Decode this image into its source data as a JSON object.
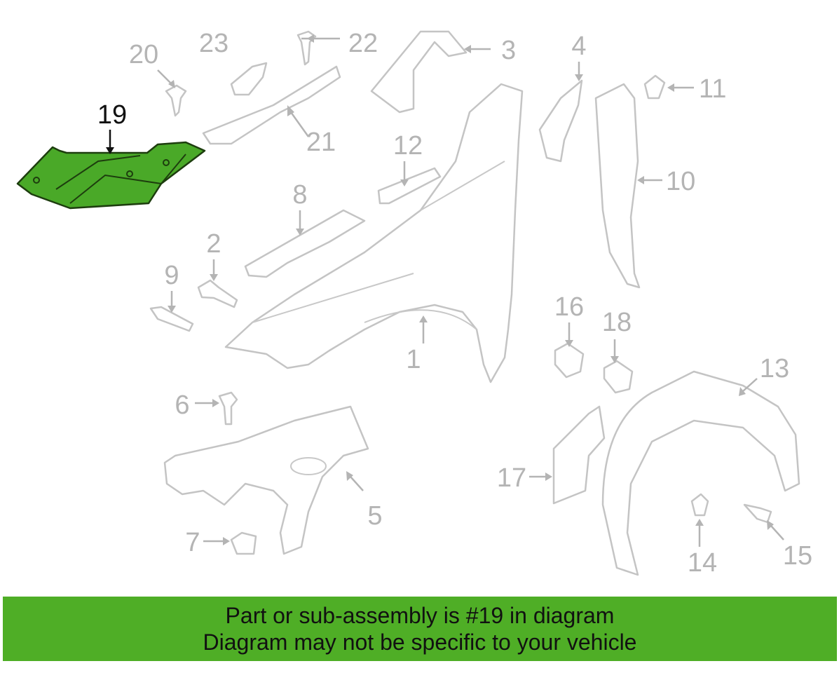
{
  "diagram": {
    "highlighted_part": "19",
    "callouts": [
      "1",
      "2",
      "3",
      "4",
      "5",
      "6",
      "7",
      "8",
      "9",
      "10",
      "11",
      "12",
      "13",
      "14",
      "15",
      "16",
      "17",
      "18",
      "19",
      "20",
      "21",
      "22",
      "23"
    ]
  },
  "banner": {
    "line1": "Part or sub-assembly is #19 in diagram",
    "line2": "Diagram may not be specific to your vehicle"
  },
  "colors": {
    "highlight": "#4aa928",
    "banner": "#4fae26",
    "outline": "#c4c4c4"
  }
}
